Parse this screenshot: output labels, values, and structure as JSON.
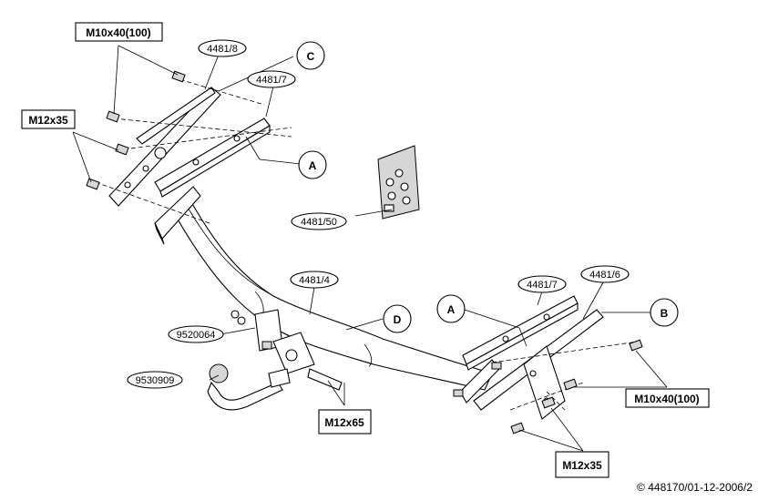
{
  "labels": {
    "bolt_top_left": "M10x40(100)",
    "bolt_left": "M12x35",
    "part_4481_8": "4481/8",
    "part_4481_7_left": "4481/7",
    "part_4481_50": "4481/50",
    "part_4481_4": "4481/4",
    "part_9520064": "9520064",
    "part_9530909": "9530909",
    "bolt_m12x65": "M12x65",
    "part_4481_7_right": "4481/7",
    "part_4481_6": "4481/6",
    "bolt_right": "M10x40(100)",
    "bolt_bottom_right": "M12x35"
  },
  "callouts": {
    "c": "C",
    "a_left": "A",
    "d": "D",
    "a_right": "A",
    "b": "B"
  },
  "copyright": "© 448170/01-12-2006/2"
}
